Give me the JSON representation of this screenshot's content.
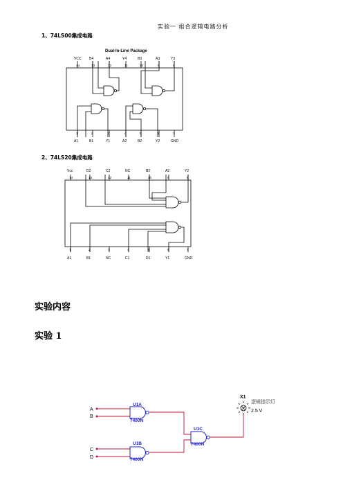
{
  "header": {
    "title": "实验一  组合逻辑电路分析"
  },
  "sections": {
    "s1": "1、74LS00集成电路",
    "s2": "2、74LS20集成电路",
    "content": "实验内容",
    "exp1": "实验 1"
  },
  "chip1": {
    "package_label": "Dual-In-Line Package",
    "top_pins": [
      "VCC",
      "B4",
      "A4",
      "Y4",
      "B3",
      "A3",
      "Y3"
    ],
    "top_nums": [
      "14",
      "13",
      "12",
      "11",
      "10",
      "9",
      "8"
    ],
    "bottom_pins": [
      "A1",
      "B1",
      "Y1",
      "A2",
      "B2",
      "Y2",
      "GND"
    ],
    "bottom_nums": [
      "1",
      "2",
      "3",
      "4",
      "5",
      "6",
      "7"
    ]
  },
  "chip2": {
    "top_pins": [
      "Vcc",
      "D2",
      "C2",
      "NC",
      "B2",
      "A2",
      "Y2"
    ],
    "top_nums": [
      "14",
      "13",
      "12",
      "11",
      "10",
      "9",
      "8"
    ],
    "bottom_pins": [
      "A1",
      "B1",
      "NC",
      "C1",
      "D1",
      "Y1",
      "GND"
    ],
    "bottom_nums": [
      "1",
      "2",
      "3",
      "4",
      "5",
      "6",
      "7"
    ]
  },
  "circuit": {
    "inputs": [
      "A",
      "B",
      "C",
      "D"
    ],
    "gates": [
      {
        "ref": "U1A",
        "part": "7400N"
      },
      {
        "ref": "U1B",
        "part": "7400N"
      },
      {
        "ref": "U1C",
        "part": "7400N"
      }
    ],
    "lamp": {
      "ref": "X1",
      "label": "逻辑指示灯",
      "voltage": "2.5 V"
    },
    "colors": {
      "ref": "#1a1ad6",
      "wire": "#c0103a",
      "gate": "#2222cc"
    }
  }
}
